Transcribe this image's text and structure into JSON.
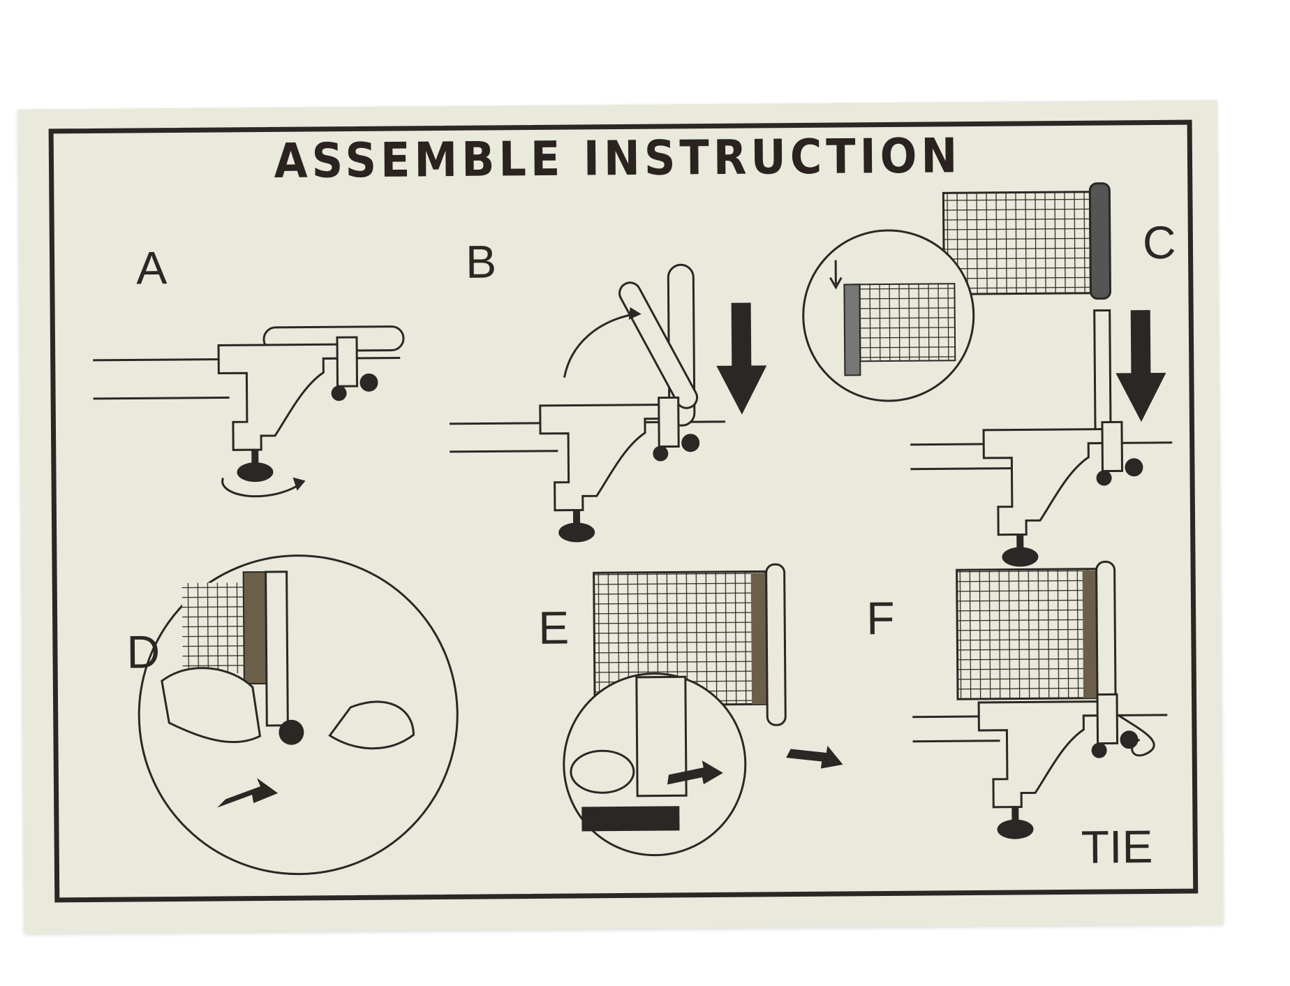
{
  "title": "ASSEMBLE INSTRUCTION",
  "steps": [
    {
      "label": "A"
    },
    {
      "label": "B"
    },
    {
      "label": "C"
    },
    {
      "label": "D"
    },
    {
      "label": "E"
    },
    {
      "label": "F",
      "note": "TIE"
    }
  ],
  "colors": {
    "card": "#e9e9dc",
    "ink": "#2a2724"
  }
}
